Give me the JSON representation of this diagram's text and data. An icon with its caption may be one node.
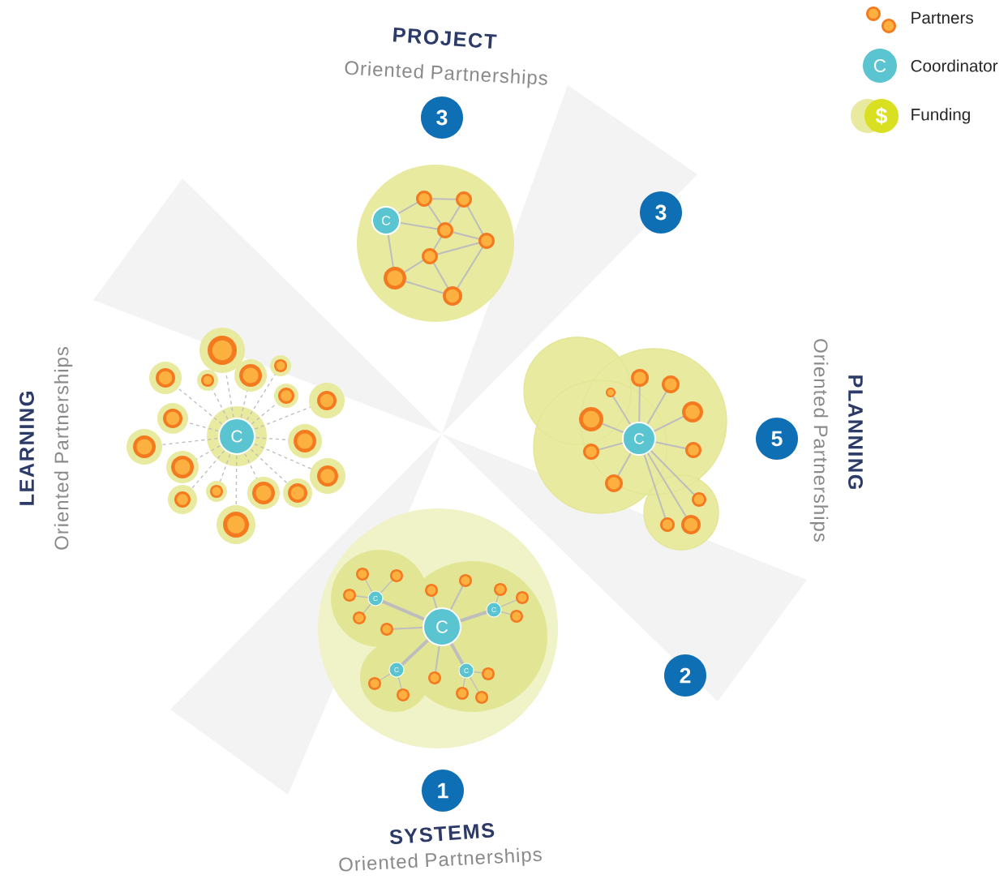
{
  "diagram": {
    "nodes": [
      {
        "text": [
          "3"
        ]
      },
      {
        "text": [
          "3"
        ]
      },
      {
        "text": [
          "5"
        ]
      },
      {
        "text": [
          "2"
        ]
      },
      {
        "text": [
          "1"
        ]
      },
      {
        "text": [
          "C"
        ]
      },
      {
        "text": [
          "C"
        ]
      },
      {
        "text": [
          "C"
        ]
      },
      {
        "text": [
          "C"
        ]
      },
      {
        "text": [
          "C"
        ]
      },
      {
        "text": [
          "C"
        ]
      },
      {
        "text": [
          "C"
        ]
      },
      {
        "text": [
          "C"
        ]
      }
    ],
    "labels": [
      "PROJECT",
      "Oriented Partnerships",
      "LEARNING",
      "Oriented Partnerships",
      "PLANNING",
      "Oriented Partnerships",
      "SYSTEMS",
      "Oriented Partnerships",
      "C",
      "$"
    ],
    "legend": [
      {
        "text": "Partners"
      },
      {
        "text": "Coordinator",
        "color": "#5bc4d1"
      },
      {
        "text": "Funding",
        "color": "#d9e021"
      }
    ]
  }
}
